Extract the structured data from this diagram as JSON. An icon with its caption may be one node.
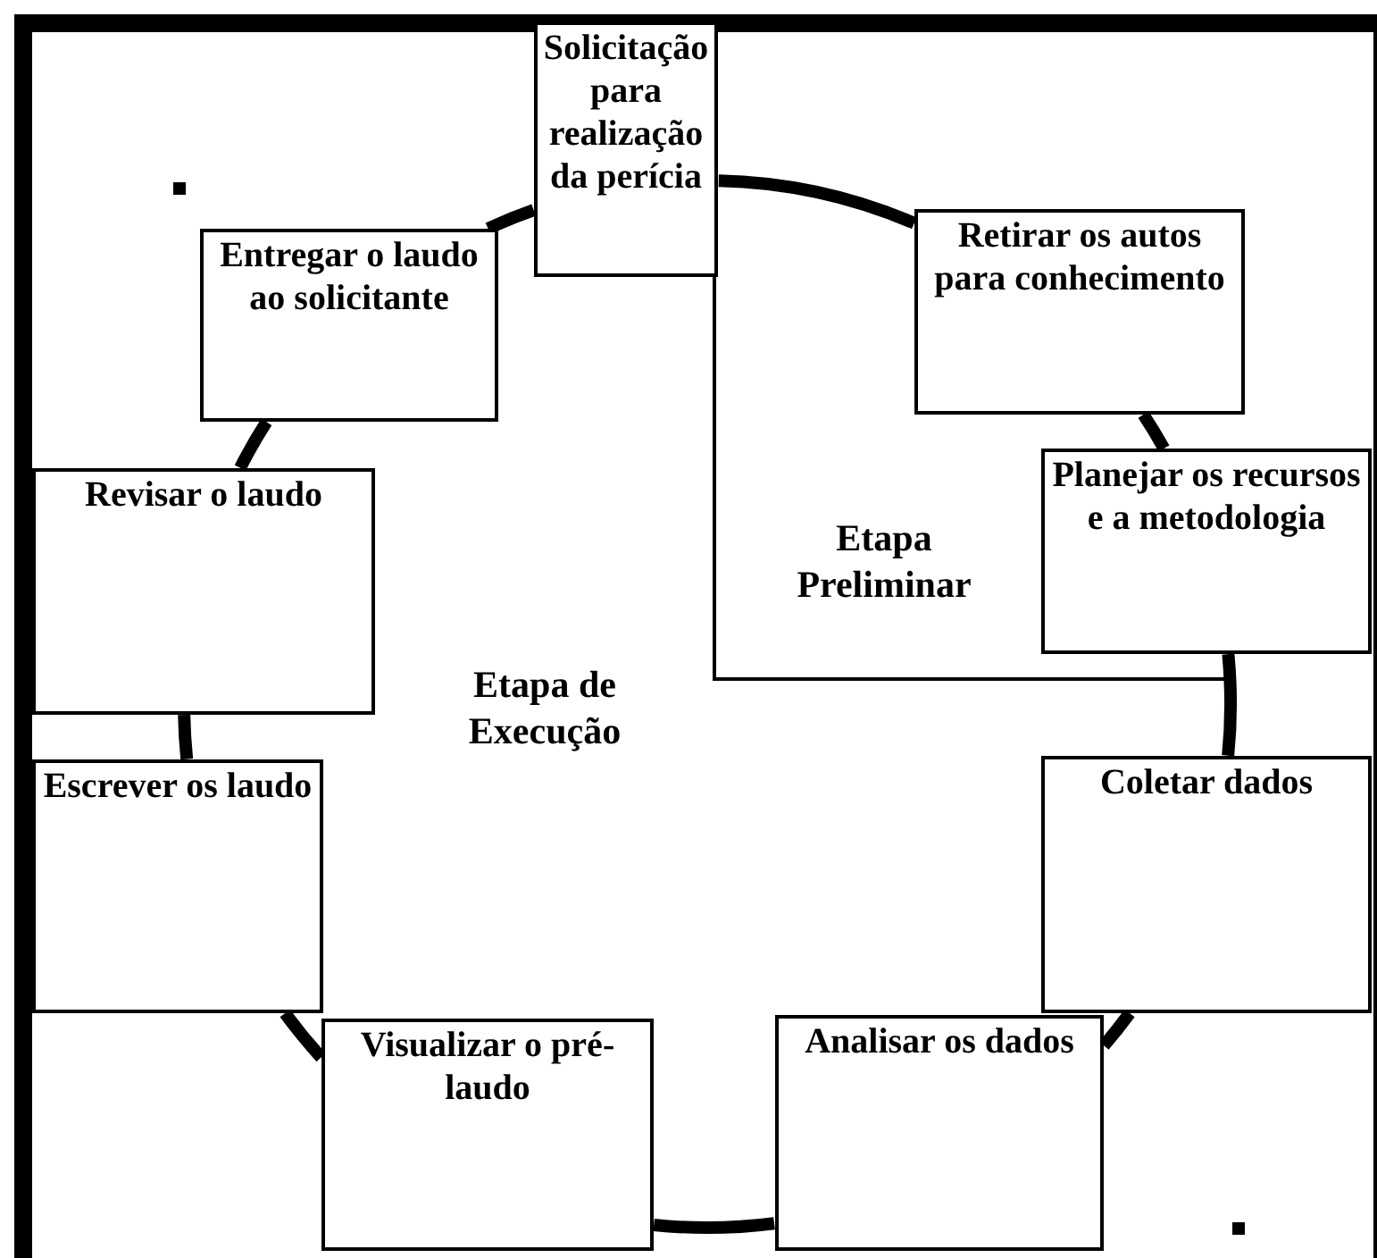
{
  "diagram": {
    "nodes": [
      {
        "text": [
          "Solicitação para realização da perícia"
        ]
      },
      {
        "text": [
          "Retirar os autos para conhecimento"
        ]
      },
      {
        "text": [
          "Planejar os recursos e a metodologia"
        ]
      },
      {
        "text": [
          "Coletar dados"
        ]
      },
      {
        "text": [
          "Analisar os dados"
        ]
      },
      {
        "text": [
          "Visualizar o pré-laudo"
        ]
      },
      {
        "text": [
          "Escrever os laudo"
        ]
      },
      {
        "text": [
          "Revisar o laudo"
        ]
      },
      {
        "text": [
          "Entregar o laudo ao solicitante"
        ]
      }
    ],
    "edges": [
      {
        "from": 0,
        "to": 1,
        "arrow": "none"
      },
      {
        "from": 1,
        "to": 2,
        "arrow": "none"
      },
      {
        "from": 2,
        "to": 3,
        "arrow": "none"
      },
      {
        "from": 3,
        "to": 4,
        "arrow": "none"
      },
      {
        "from": 4,
        "to": 5,
        "arrow": "none"
      },
      {
        "from": 5,
        "to": 6,
        "arrow": "none"
      },
      {
        "from": 6,
        "to": 7,
        "arrow": "none"
      },
      {
        "from": 7,
        "to": 8,
        "arrow": "none"
      },
      {
        "from": 8,
        "to": 0,
        "arrow": "none"
      },
      {
        "from": 0,
        "to": null,
        "arrow": "none"
      }
    ],
    "labels": [
      "Etapa Preliminar",
      "Etapa de Execução"
    ]
  }
}
